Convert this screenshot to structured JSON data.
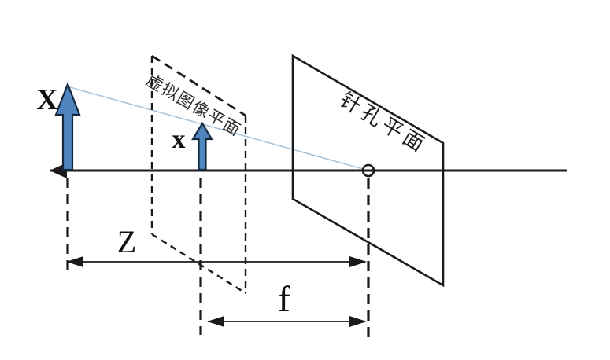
{
  "labels": {
    "world_height": "X",
    "image_height": "x",
    "depth_dimension": "Z",
    "focal_dimension": "f",
    "virtual_image_plane": "虚拟图像平面",
    "pinhole_plane": "针孔平面"
  },
  "colors": {
    "line": "#1a1a1a",
    "arrow_fill": "#4f86c0",
    "arrow_outline": "#14293e",
    "projection_ray": "#a9c4da",
    "background": "#ffffff"
  }
}
